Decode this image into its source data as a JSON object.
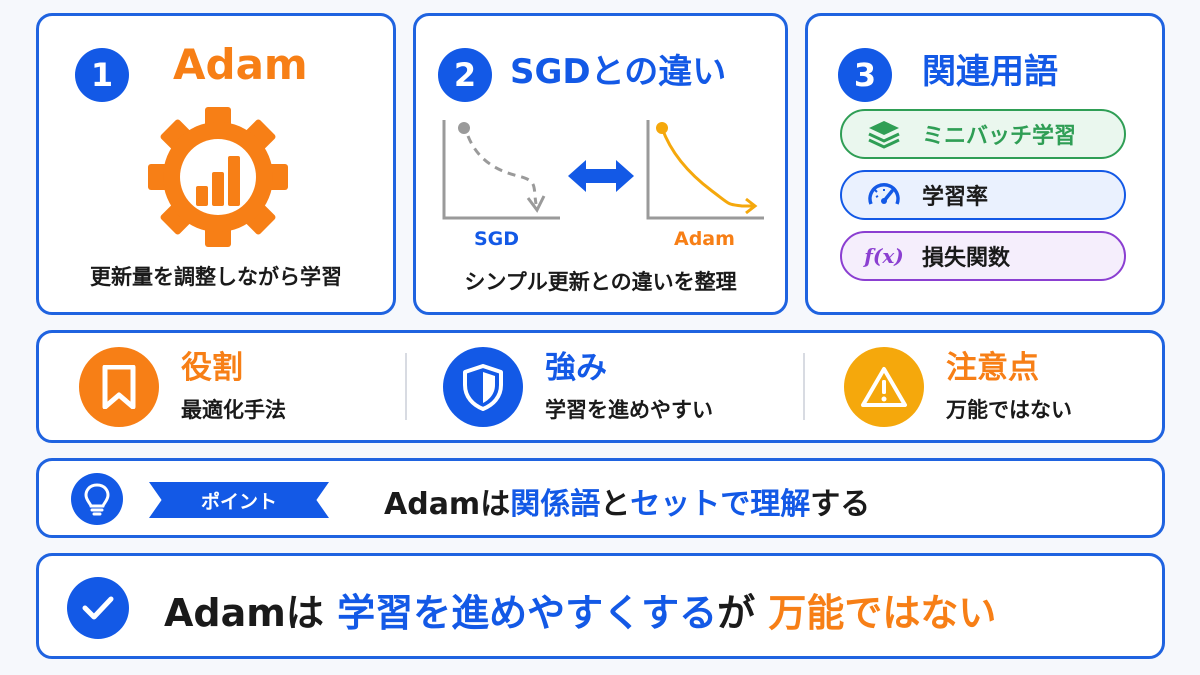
{
  "colors": {
    "blue": "#1359e6",
    "orange": "#f77f16",
    "green": "#2f9e55",
    "purple": "#8b3fd1",
    "amber": "#f5a80c",
    "gray": "#9a9a9a"
  },
  "cards": [
    {
      "number": "1",
      "title": "Adam",
      "caption": "更新量を調整しながら学習",
      "icon": "gear-bar-chart-icon"
    },
    {
      "number": "2",
      "title": "SGDとの違い",
      "caption": "シンプル更新との違いを整理",
      "graph_left_label": "SGD",
      "graph_right_label": "Adam",
      "arrow_icon": "double-arrow-icon"
    },
    {
      "number": "3",
      "title": "関連用語",
      "terms": [
        {
          "label": "ミニバッチ学習",
          "icon": "layers-icon",
          "color": "#2f9e55"
        },
        {
          "label": "学習率",
          "icon": "speedometer-icon",
          "color": "#1359e6"
        },
        {
          "label": "損失関数",
          "icon": "function-icon",
          "icon_text": "f(x)",
          "color": "#8b3fd1"
        }
      ]
    }
  ],
  "features": [
    {
      "title": "役割",
      "desc": "最適化手法",
      "icon": "bookmark-icon",
      "color": "#f77f16"
    },
    {
      "title": "強み",
      "desc": "学習を進めやすい",
      "icon": "shield-icon",
      "color": "#1359e6"
    },
    {
      "title": "注意点",
      "desc": "万能ではない",
      "icon": "warning-icon",
      "color": "#f5a80c"
    }
  ],
  "point": {
    "badge": "ポイント",
    "text_a": "Adamは",
    "text_b": "関係語",
    "text_c": "と",
    "text_d": "セットで",
    "text_e": "理解",
    "text_f": "する",
    "icon": "lightbulb-icon"
  },
  "summary": {
    "text_a": "Adamは",
    "text_b": "学習を進めやすくする",
    "text_c": "が",
    "text_d": "万能ではない",
    "icon": "check-circle-icon"
  }
}
